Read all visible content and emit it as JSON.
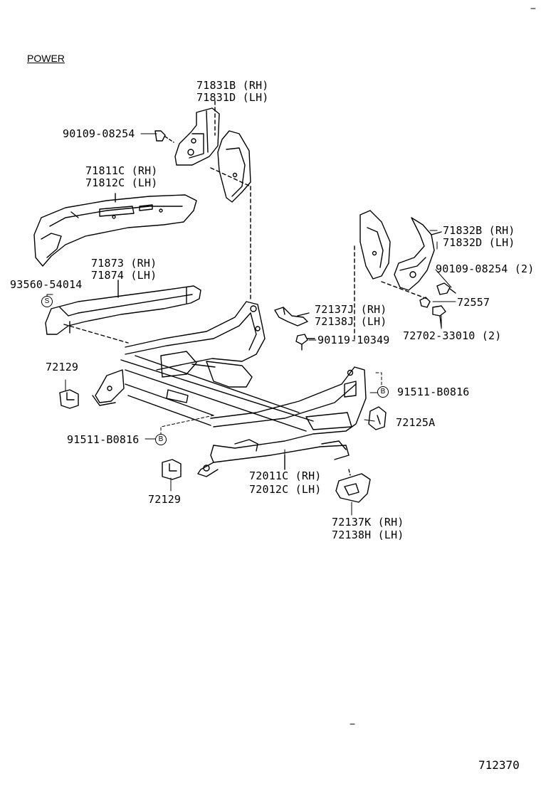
{
  "header": {
    "title": "POWER"
  },
  "figure_number": "712370",
  "symbols": {
    "S": "S",
    "B": "B"
  },
  "parts": {
    "p_90109_08254": "90109-08254",
    "p_71831B": "71831B (RH)",
    "p_71831D": "71831D (LH)",
    "p_71811C": "71811C (RH)",
    "p_71812C": "71812C (LH)",
    "p_71873": "71873 (RH)",
    "p_71874": "71874 (LH)",
    "p_93560_54014": "93560-54014",
    "p_71832B": "71832B (RH)",
    "p_71832D": "71832D (LH)",
    "p_90109_08254_2": "90109-08254 (2)",
    "p_72557": "72557",
    "p_72702_33010": "72702-33010 (2)",
    "p_72137J": "72137J (RH)",
    "p_72138J": "72138J (LH)",
    "p_90119_10349": "90119-10349",
    "p_72129_top": "72129",
    "p_91511_B0816_right": "91511-B0816",
    "p_72125A": "72125A",
    "p_91511_B0816_left": "91511-B0816",
    "p_72011C": "72011C (RH)",
    "p_72012C": "72012C (LH)",
    "p_72129_bottom": "72129",
    "p_72137K": "72137K (RH)",
    "p_72138H": "72138H (LH)"
  }
}
